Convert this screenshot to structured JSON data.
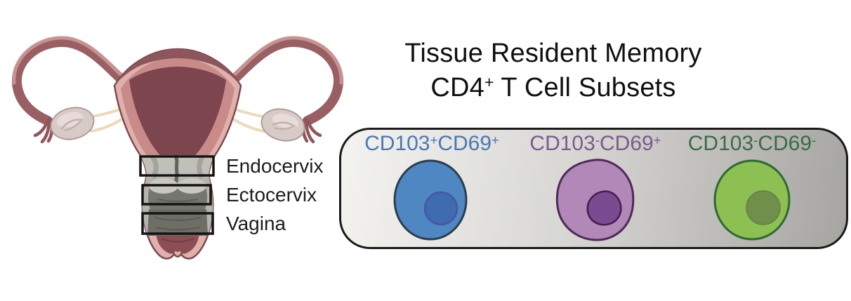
{
  "title": {
    "line1": "Tissue Resident Memory",
    "line2": {
      "base": "CD4",
      "sup": "+",
      "rest": " T Cell Subsets"
    }
  },
  "anatomy": {
    "region_labels": [
      "Endocervix",
      "Ectocervix",
      "Vagina"
    ]
  },
  "panel": {
    "bg_left": "#f4f3f0",
    "bg_mid": "#d8d7d4",
    "bg_right": "#a6a5a2",
    "border_color": "#1a1a1a"
  },
  "subsets": [
    {
      "label": {
        "m1": "CD103",
        "s1": "+",
        "m2": "CD69",
        "s2": "+"
      },
      "label_color": "#4a78b4",
      "body_fill": "#4e87c1",
      "body_stroke": "#2b3d4f",
      "nucleus_fill": "#3f6cb1",
      "nucleus_stroke": "#4c55a0"
    },
    {
      "label": {
        "m1": "CD103",
        "s1": "-",
        "m2": "CD69",
        "s2": "+"
      },
      "label_color": "#7d5990",
      "body_fill": "#b188b8",
      "body_stroke": "#4e2a58",
      "nucleus_fill": "#7b4b91",
      "nucleus_stroke": "#452150"
    },
    {
      "label": {
        "m1": "CD103",
        "s1": "-",
        "m2": "CD69",
        "s2": "-"
      },
      "label_color": "#3a6b4a",
      "body_fill": "#8cc053",
      "body_stroke": "#2d6a32",
      "nucleus_fill": "#708f4a",
      "nucleus_stroke": "#648040"
    }
  ]
}
